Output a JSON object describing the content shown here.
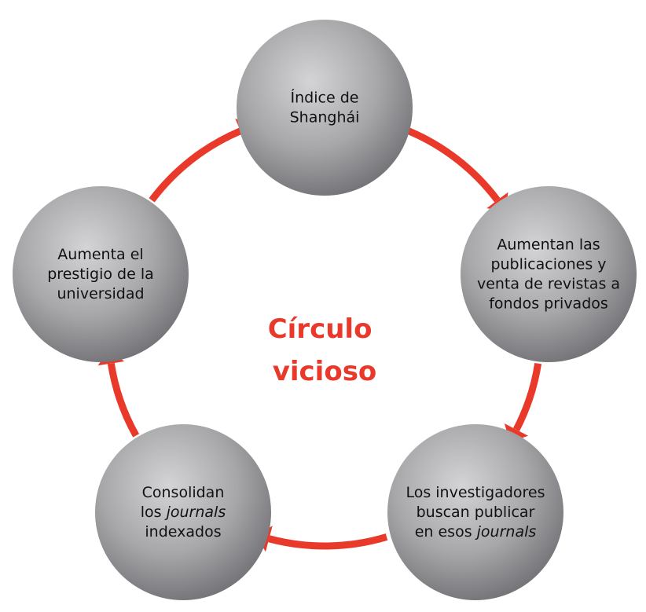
{
  "colors": {
    "accent": "#e8392b",
    "node_light": "#d4d4d6",
    "node_mid": "#a7a7aa",
    "node_dark": "#6f6f73",
    "text": "#111111"
  },
  "center": {
    "lines": [
      "Círculo",
      "vicioso"
    ]
  },
  "nodes": [
    {
      "id": "shanghai",
      "lines": [
        [
          {
            "text": "Índice de"
          }
        ],
        [
          {
            "text": "Shanghái"
          }
        ]
      ]
    },
    {
      "id": "publicaciones",
      "lines": [
        [
          {
            "text": "Aumentan las"
          }
        ],
        [
          {
            "text": "publicaciones y"
          }
        ],
        [
          {
            "text": "venta de revistas a"
          }
        ],
        [
          {
            "text": "fondos privados"
          }
        ]
      ]
    },
    {
      "id": "investigadores",
      "lines": [
        [
          {
            "text": "Los investigadores"
          }
        ],
        [
          {
            "text": "buscan publicar"
          }
        ],
        [
          {
            "text": "en esos "
          },
          {
            "text": "journals",
            "italic": true
          }
        ]
      ]
    },
    {
      "id": "consolidan",
      "lines": [
        [
          {
            "text": "Consolidan"
          }
        ],
        [
          {
            "text": "los "
          },
          {
            "text": "journals",
            "italic": true
          }
        ],
        [
          {
            "text": "indexados"
          }
        ]
      ]
    },
    {
      "id": "prestigio",
      "lines": [
        [
          {
            "text": "Aumenta el"
          }
        ],
        [
          {
            "text": "prestigio de la"
          }
        ],
        [
          {
            "text": "universidad"
          }
        ]
      ]
    }
  ]
}
